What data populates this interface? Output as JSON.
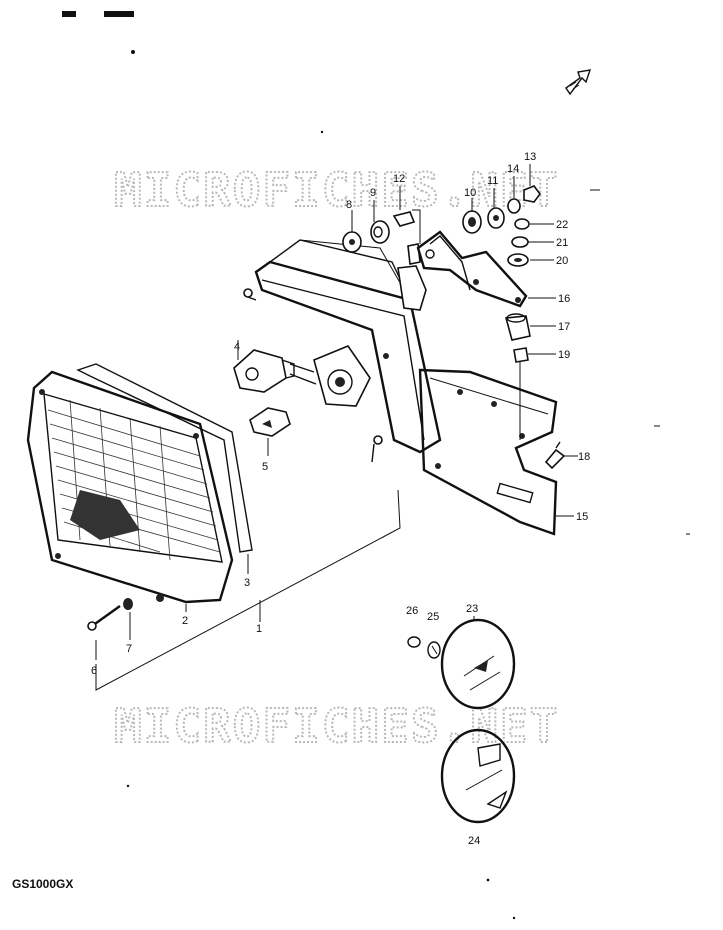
{
  "model_code": "GS1000GX",
  "watermarks": [
    "MICROFICHES.NET",
    "MICROFICHES.NET"
  ],
  "parts": [
    {
      "id": "1",
      "label": "1"
    },
    {
      "id": "2",
      "label": "2"
    },
    {
      "id": "3",
      "label": "3"
    },
    {
      "id": "4",
      "label": "4"
    },
    {
      "id": "5",
      "label": "5"
    },
    {
      "id": "6",
      "label": "6"
    },
    {
      "id": "7",
      "label": "7"
    },
    {
      "id": "8",
      "label": "8"
    },
    {
      "id": "9",
      "label": "9"
    },
    {
      "id": "10",
      "label": "10"
    },
    {
      "id": "11",
      "label": "11"
    },
    {
      "id": "12",
      "label": "12"
    },
    {
      "id": "13",
      "label": "13"
    },
    {
      "id": "14",
      "label": "14"
    },
    {
      "id": "15",
      "label": "15"
    },
    {
      "id": "16",
      "label": "16"
    },
    {
      "id": "17",
      "label": "17"
    },
    {
      "id": "18",
      "label": "18"
    },
    {
      "id": "19",
      "label": "19"
    },
    {
      "id": "20",
      "label": "20"
    },
    {
      "id": "21",
      "label": "21"
    },
    {
      "id": "22",
      "label": "22"
    },
    {
      "id": "23",
      "label": "23"
    },
    {
      "id": "24",
      "label": "24"
    },
    {
      "id": "25",
      "label": "25"
    },
    {
      "id": "26",
      "label": "26"
    }
  ],
  "icons": {
    "corner_marker": "front-direction-arrow-icon"
  },
  "colors": {
    "ink": "#111111",
    "watermark": "#b9b9b9",
    "paper": "#ffffff"
  }
}
